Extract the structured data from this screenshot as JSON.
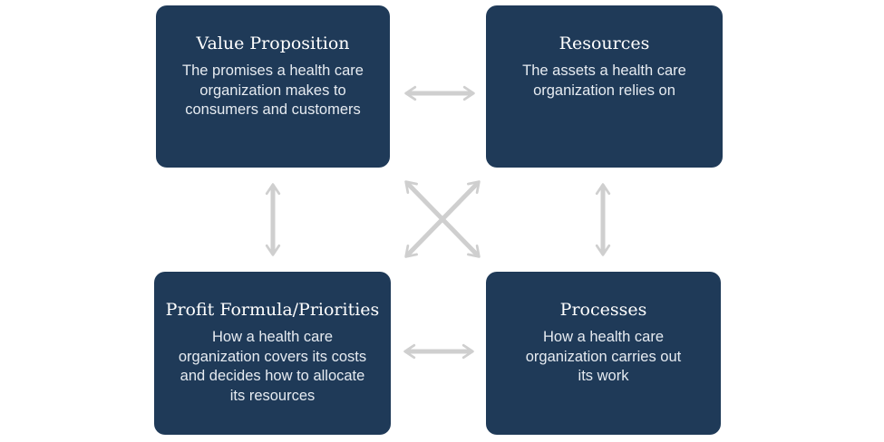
{
  "boxes": {
    "value_proposition": {
      "title": "Value Proposition",
      "lines": [
        "The promises a health care",
        "organization makes to",
        "consumers and customers"
      ]
    },
    "resources": {
      "title": "Resources",
      "lines": [
        "The assets a health care",
        "organization relies on"
      ]
    },
    "profit_formula": {
      "title": "Profit Formula/Priorities",
      "lines": [
        "How a health care",
        "organization covers its costs",
        "and decides how to allocate",
        "its resources"
      ]
    },
    "processes": {
      "title": "Processes",
      "lines": [
        "How a health care",
        "organization carries out",
        "its work"
      ]
    }
  },
  "colors": {
    "box_fill": "#1f3a58",
    "arrow": "#cfcfcf",
    "text": "#ffffff"
  },
  "icons": {
    "horizontal": "double-arrow-horizontal-icon",
    "vertical": "double-arrow-vertical-icon",
    "diagonal": "double-arrow-diagonal-icon"
  }
}
